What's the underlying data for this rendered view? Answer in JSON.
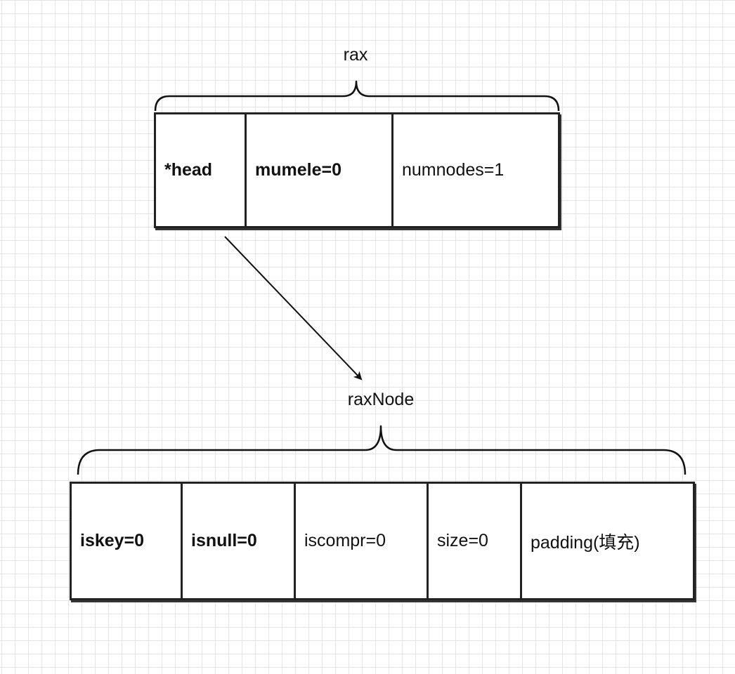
{
  "rax": {
    "title": "rax",
    "fields": [
      {
        "label": "*head",
        "bold": true
      },
      {
        "label": "mumele=0",
        "bold": true
      },
      {
        "label": "numnodes=1",
        "bold": false
      }
    ]
  },
  "raxNode": {
    "title": "raxNode",
    "fields": [
      {
        "label": "iskey=0",
        "bold": true
      },
      {
        "label": "isnull=0",
        "bold": true
      },
      {
        "label": "iscompr=0",
        "bold": false
      },
      {
        "label": "size=0",
        "bold": false
      },
      {
        "label": "padding(填充)",
        "bold": false
      }
    ]
  }
}
